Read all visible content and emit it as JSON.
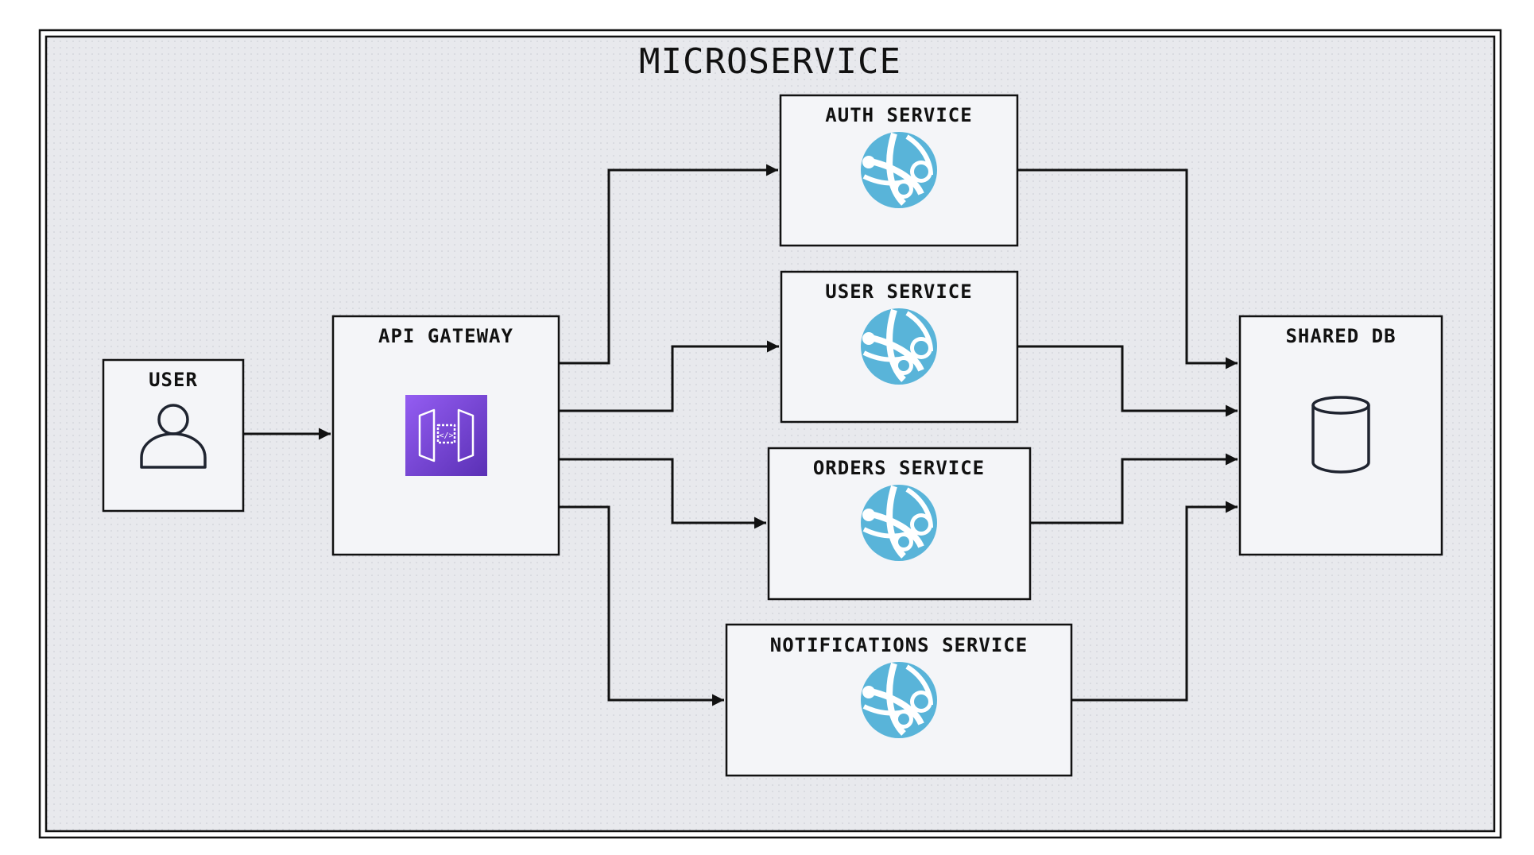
{
  "diagram": {
    "title": "MICROSERVICE",
    "nodes": {
      "user": {
        "label": "USER",
        "icon": "user-icon"
      },
      "api_gateway": {
        "label": "API GATEWAY",
        "icon": "api-gateway-icon"
      },
      "auth_service": {
        "label": "AUTH SERVICE",
        "icon": "web-app-icon"
      },
      "user_service": {
        "label": "USER SERVICE",
        "icon": "web-app-icon"
      },
      "orders_service": {
        "label": "ORDERS SERVICE",
        "icon": "web-app-icon"
      },
      "notifications_service": {
        "label": "NOTIFICATIONS SERVICE",
        "icon": "web-app-icon"
      },
      "shared_db": {
        "label": "SHARED DB",
        "icon": "database-icon"
      }
    },
    "edges": [
      {
        "from": "user",
        "to": "api_gateway"
      },
      {
        "from": "api_gateway",
        "to": "auth_service"
      },
      {
        "from": "api_gateway",
        "to": "user_service"
      },
      {
        "from": "api_gateway",
        "to": "orders_service"
      },
      {
        "from": "api_gateway",
        "to": "notifications_service"
      },
      {
        "from": "auth_service",
        "to": "shared_db"
      },
      {
        "from": "user_service",
        "to": "shared_db"
      },
      {
        "from": "orders_service",
        "to": "shared_db"
      },
      {
        "from": "notifications_service",
        "to": "shared_db"
      }
    ],
    "colors": {
      "background": "#e8e9ed",
      "box_fill": "#f4f5f8",
      "stroke": "#111111",
      "globe_blue": "#59b4d9",
      "gateway_purple_top": "#945df2",
      "gateway_purple_bottom": "#5a30b5"
    }
  }
}
